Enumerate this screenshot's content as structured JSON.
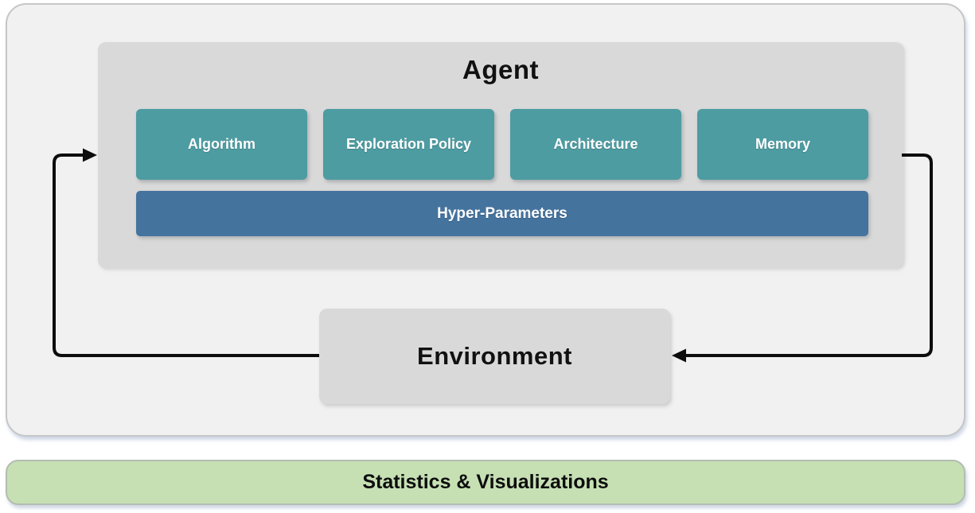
{
  "diagram": {
    "agent": {
      "title": "Agent",
      "modules": [
        {
          "label": "Algorithm"
        },
        {
          "label": "Exploration Policy"
        },
        {
          "label": "Architecture"
        },
        {
          "label": "Memory"
        }
      ],
      "hyper_parameters_label": "Hyper-Parameters"
    },
    "environment": {
      "label": "Environment"
    },
    "stats_bar": {
      "label": "Statistics & Visualizations"
    },
    "arrows": [
      {
        "name": "environment-to-agent",
        "direction": "left-up-right into Agent"
      },
      {
        "name": "agent-to-environment",
        "direction": "right-down-left into Environment"
      }
    ],
    "colors": {
      "module_teal": "#4d9ca2",
      "hyper_parameters_blue": "#44739e",
      "container_gray": "#d9d9d9",
      "outer_panel_bg": "#f1f1f2",
      "stats_green": "#c6e0b4",
      "arrow_black": "#0d0d0d"
    }
  }
}
